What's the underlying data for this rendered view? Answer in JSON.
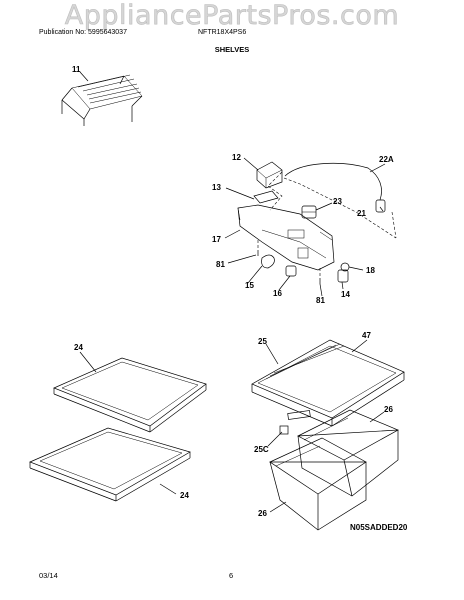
{
  "watermark": "AppliancePartsPros.com",
  "header": {
    "publication": "Publication No: 5995643037",
    "model": "NFTR18X4PS6"
  },
  "section_title": "SHELVES",
  "callouts": {
    "c11": "11",
    "c12": "12",
    "c13": "13",
    "c17": "17",
    "c81a": "81",
    "c15": "15",
    "c16": "16",
    "c81b": "81",
    "c14": "14",
    "c18": "18",
    "c21": "21",
    "c23": "23",
    "c22a": "22A",
    "c24a": "24",
    "c24b": "24",
    "c25": "25",
    "c47": "47",
    "c26a": "26",
    "c25c": "25C",
    "c26b": "26"
  },
  "diagram_code": "N05SADDED20",
  "footer": {
    "date": "03/14",
    "page": "6"
  }
}
